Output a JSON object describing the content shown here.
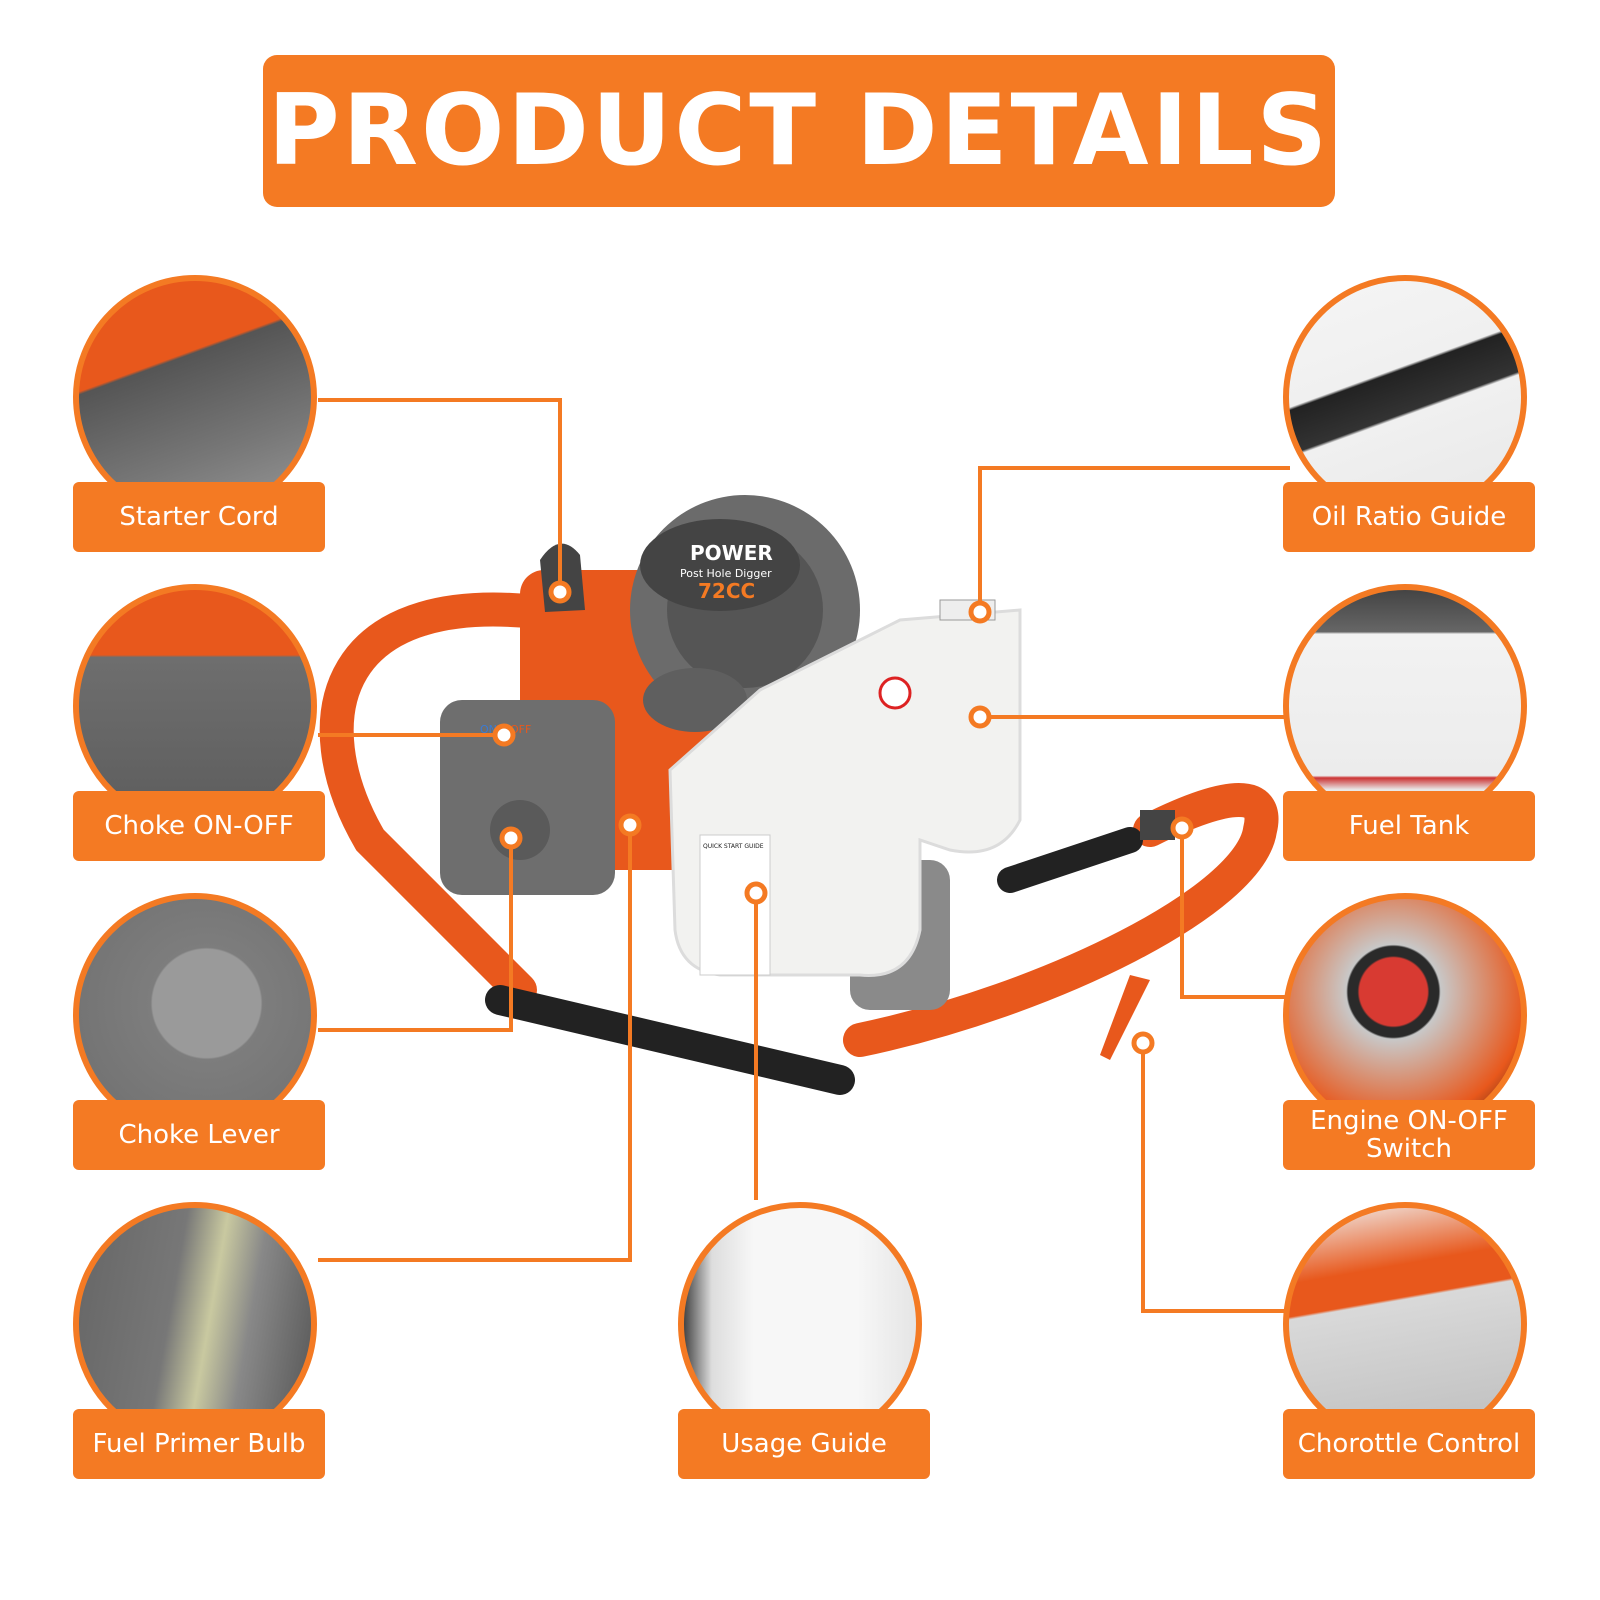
{
  "banner": {
    "title": "PRODUCT DETAILS"
  },
  "machine": {
    "brand": "POWER",
    "model": "Post Hole Digger",
    "displacement": "72CC",
    "switch_on": "ON",
    "switch_off": "OFF",
    "guide_header": "QUICK START GUIDE"
  },
  "features": [
    {
      "label": "Starter Cord"
    },
    {
      "label": "Choke ON-OFF"
    },
    {
      "label": "Choke Lever"
    },
    {
      "label": "Fuel Primer Bulb"
    },
    {
      "label": "Usage Guide"
    },
    {
      "label": "Oil Ratio Guide"
    },
    {
      "label": "Fuel Tank"
    },
    {
      "label": "Engine ON-OFF Switch"
    },
    {
      "label": "Chorottle Control"
    }
  ],
  "colors": {
    "accent": "#f47a23",
    "engine_gray": "#6e6e6e",
    "tank_white": "#f2f2f0",
    "frame_dark": "#222222"
  }
}
